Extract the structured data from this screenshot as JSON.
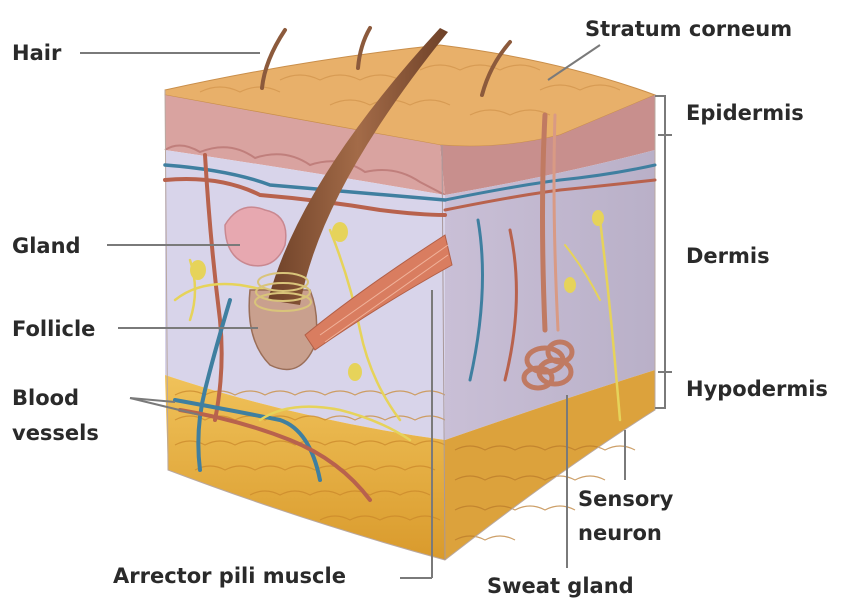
{
  "labels": {
    "hair": "Hair",
    "stratum_corneum": "Stratum corneum",
    "epidermis": "Epidermis",
    "dermis": "Dermis",
    "hypodermis": "Hypodermis",
    "gland": "Gland",
    "follicle": "Follicle",
    "blood_vessels_line1": "Blood",
    "blood_vessels_line2": "vessels",
    "sensory_neuron_line1": "Sensory",
    "sensory_neuron_line2": "neuron",
    "arrector_pili_muscle": "Arrector pili muscle",
    "sweat_gland": "Sweat gland"
  },
  "colors": {
    "label_text": "#2a2a2a",
    "leader_line": "#7a7a7a",
    "epidermis": "#d9a3a0",
    "stratum_corneum": "#e8b06a",
    "dermis": "#d8d4ea",
    "hypodermis": "#e8b347",
    "hair": "#8c5a3c",
    "blood_vessel_blue": "#3f7fa0",
    "blood_vessel_red": "#b8624d",
    "nerve_yellow": "#e6d35a"
  }
}
